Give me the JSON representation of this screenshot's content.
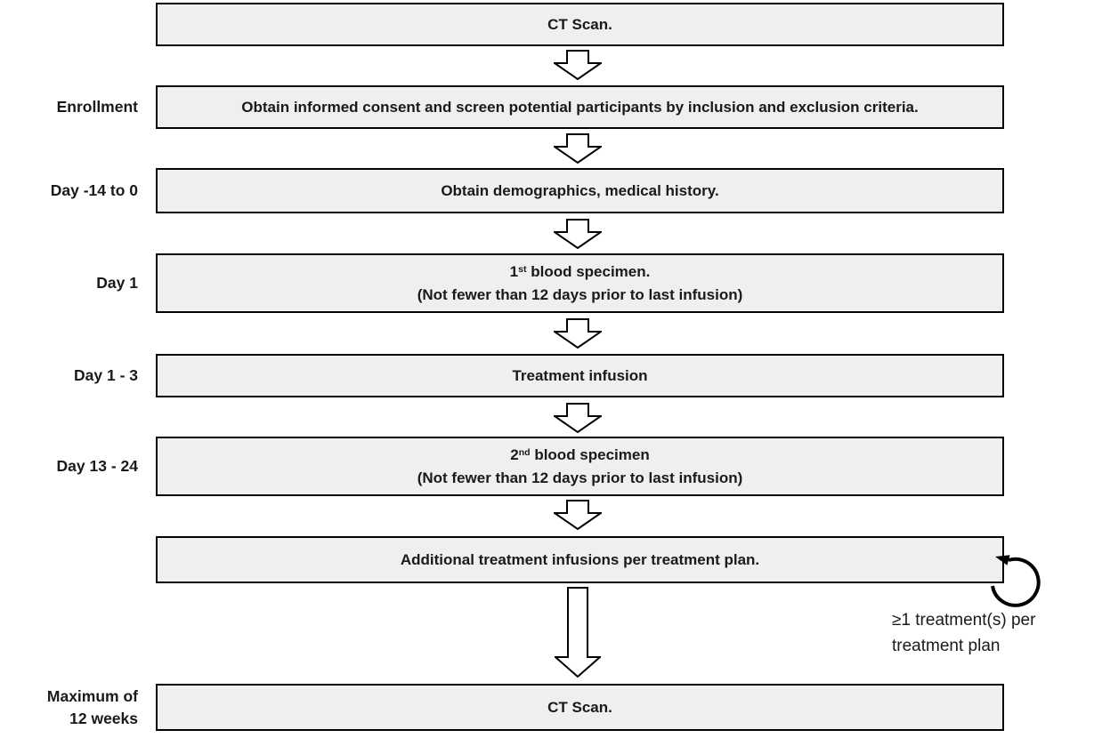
{
  "flowchart": {
    "boxes": {
      "ct_scan_top": "CT Scan.",
      "consent": "Obtain informed consent and screen potential participants by inclusion and exclusion criteria.",
      "demographics": "Obtain demographics, medical history.",
      "blood1": {
        "num": "1",
        "ordinal": "st",
        "rest": " blood specimen.",
        "detail": "(Not fewer than 12 days prior to last infusion)"
      },
      "treatment_infusion": "Treatment infusion",
      "blood2": {
        "num": "2",
        "ordinal": "nd",
        "rest": " blood specimen",
        "detail": "(Not fewer than 12 days prior to last infusion)"
      },
      "additional_infusions": "Additional treatment infusions per treatment plan.",
      "ct_scan_bottom": "CT Scan."
    },
    "stage_labels": {
      "enrollment": "Enrollment",
      "screening_window": "Day -14 to 0",
      "day_1": "Day 1",
      "day_1_3": "Day 1 - 3",
      "day_13_24": "Day 13 - 24",
      "max_duration_line1": "Maximum of",
      "max_duration_line2": "12 weeks"
    },
    "loop_note": {
      "line1": "≥1 treatment(s) per",
      "line2": "treatment plan"
    },
    "colors": {
      "box_fill": "#efefef",
      "box_border": "#000000",
      "arrow_fill": "#ffffff",
      "arrow_stroke": "#000000",
      "text": "#1a1a1a",
      "background": "#ffffff"
    }
  }
}
